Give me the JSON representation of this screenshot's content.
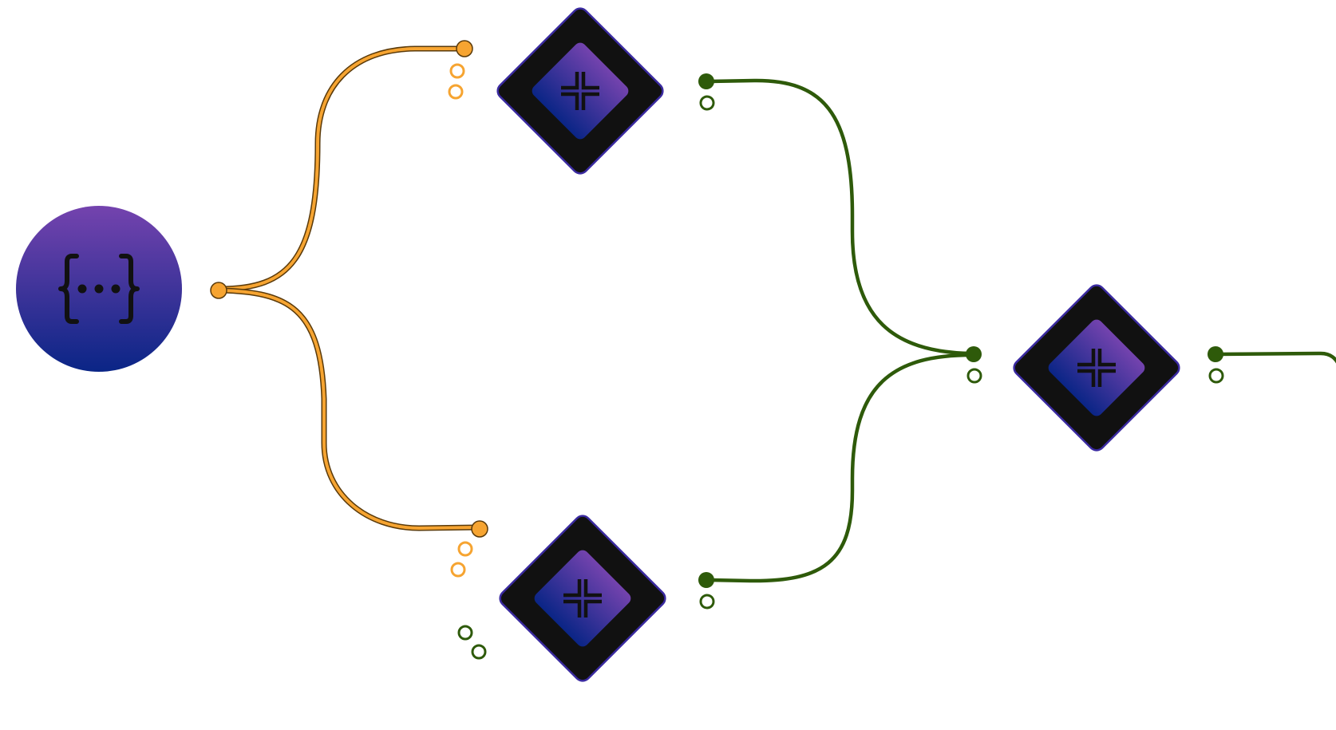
{
  "colors": {
    "background": "#ffffff",
    "orange_edge": "#f6a431",
    "orange_edge_outline": "#5a3a0a",
    "green_edge": "#2e5a0a",
    "node_dark": "#111111",
    "node_border": "#3a2aa0",
    "gradient_top": "#7443ae",
    "gradient_bottom": "#0a2586",
    "icon_stroke": "#111111"
  },
  "nodes": [
    {
      "id": "start-node",
      "shape": "circle",
      "icon": "braces-ellipsis-icon"
    },
    {
      "id": "merge-node-top",
      "shape": "diamond",
      "icon": "merge-cross-icon"
    },
    {
      "id": "merge-node-bottom",
      "shape": "diamond",
      "icon": "merge-cross-icon"
    },
    {
      "id": "merge-node-right",
      "shape": "diamond",
      "icon": "merge-cross-icon"
    }
  ],
  "edges": [
    {
      "from": "start-node",
      "to": "merge-node-top",
      "color": "orange"
    },
    {
      "from": "start-node",
      "to": "merge-node-bottom",
      "color": "orange"
    },
    {
      "from": "merge-node-top",
      "to": "merge-node-right",
      "color": "green"
    },
    {
      "from": "merge-node-bottom",
      "to": "merge-node-right",
      "color": "green"
    },
    {
      "from": "merge-node-right",
      "to": "offscreen",
      "color": "green"
    }
  ]
}
